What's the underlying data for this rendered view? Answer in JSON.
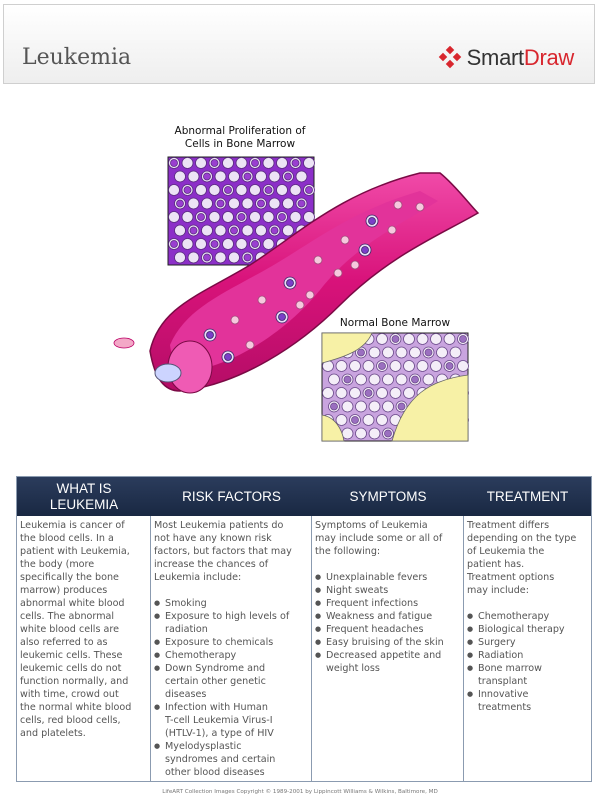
{
  "header": {
    "title": "Leukemia",
    "brand": {
      "name_part1": "Smart",
      "name_part2": "Draw",
      "accent_color": "#d8262e"
    }
  },
  "diagram": {
    "label_abnormal_line1": "Abnormal Proliferation of",
    "label_abnormal_line2": "Cells in Bone Marrow",
    "label_normal": "Normal Bone Marrow",
    "colors": {
      "vessel": "#d81e82",
      "abnormal_cells": "#9a3fd0",
      "normal_cells": "#9b6fc0",
      "marrow_fat": "#f5f0a0"
    }
  },
  "table": {
    "headers": {
      "what_line1": "WHAT IS",
      "what_line2": "LEUKEMIA",
      "risk": "RISK FACTORS",
      "symptoms": "SYMPTOMS",
      "treatment": "TREATMENT"
    },
    "what": [
      "Leukemia is cancer of",
      "the blood cells.  In a",
      "patient with Leukemia,",
      "the body (more",
      "specifically the bone",
      "marrow) produces",
      "abnormal white blood",
      "cells. The abnormal",
      "white blood cells are",
      "also referred to as",
      "leukemic cells.  These",
      "leukemic cells do not",
      "function normally, and",
      "with time, crowd out",
      "the normal white blood",
      "cells, red blood cells,",
      "and platelets."
    ],
    "risk_intro": [
      "Most Leukemia patients do",
      "not have any known risk",
      "factors, but factors that may",
      "increase the chances of",
      "Leukemia include:"
    ],
    "risk_items": [
      [
        "Smoking"
      ],
      [
        "Exposure to high levels of",
        "radiation"
      ],
      [
        "Exposure to chemicals"
      ],
      [
        "Chemotherapy"
      ],
      [
        "Down Syndrome and",
        "certain other genetic",
        "diseases"
      ],
      [
        "Infection with Human",
        "T-cell Leukemia Virus-I",
        "(HTLV-1), a type of HIV"
      ],
      [
        "Myelodysplastic",
        "syndromes and certain",
        "other blood diseases"
      ]
    ],
    "symptoms_intro": [
      "Symptoms of Leukemia",
      "may include some or all of",
      "the following:"
    ],
    "symptoms_items": [
      [
        "Unexplainable fevers"
      ],
      [
        "Night sweats"
      ],
      [
        "Frequent infections"
      ],
      [
        "Weakness and fatigue"
      ],
      [
        "Frequent headaches"
      ],
      [
        "Easy bruising of the skin"
      ],
      [
        "Decreased appetite and",
        "weight loss"
      ]
    ],
    "treatment_intro": [
      "Treatment differs",
      "depending on the type",
      "of Leukemia the",
      "patient has.",
      "Treatment options",
      "may include:"
    ],
    "treatment_items": [
      [
        "Chemotherapy"
      ],
      [
        "Biological therapy"
      ],
      [
        "Surgery"
      ],
      [
        "Radiation"
      ],
      [
        "Bone marrow",
        "transplant"
      ],
      [
        "Innovative",
        "treatments"
      ]
    ]
  },
  "footer": {
    "copyright": "LifeART Collection Images Copyright © 1989-2001 by Lippincott Williams & Wilkins, Baltimore, MD"
  }
}
